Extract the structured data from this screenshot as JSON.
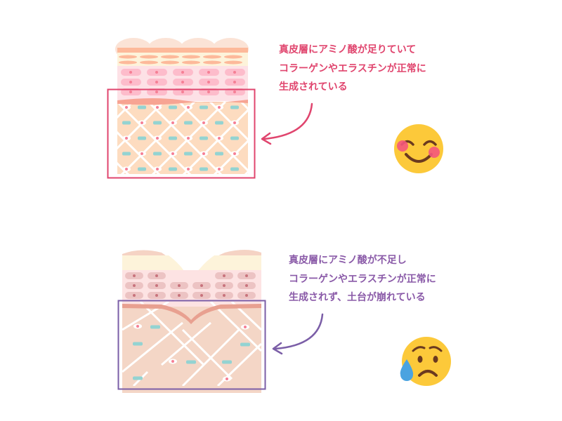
{
  "healthy": {
    "caption": [
      "真皮層にアミノ酸が足りていて",
      "コラーゲンやエラスチンが正常に",
      "生成されている"
    ],
    "color": "#e0456e",
    "emoji": "smiling-face"
  },
  "deficient": {
    "caption": [
      "真皮層にアミノ酸が不足し",
      "コラーゲンやエラスチンが正常に",
      "生成されず、土台が崩れている"
    ],
    "color": "#8a5aa8",
    "emoji": "worried-face-with-sweat"
  }
}
